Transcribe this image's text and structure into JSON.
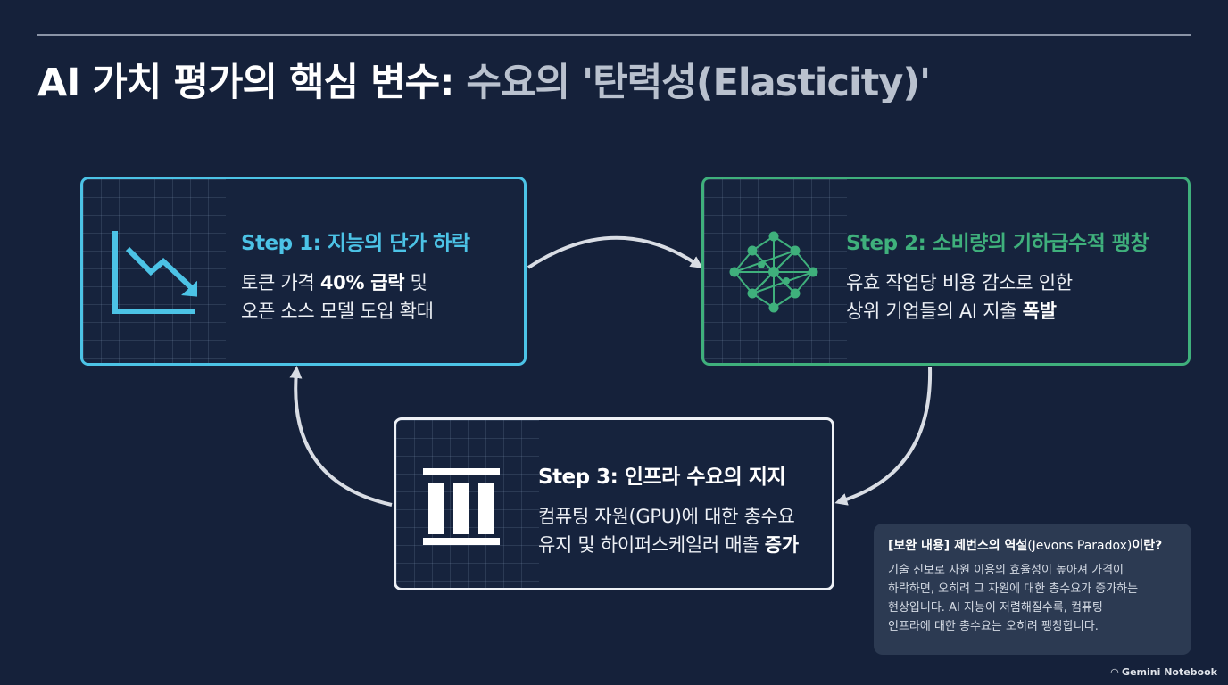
{
  "title": {
    "main": "AI 가치 평가의 핵심 변수: ",
    "sub": "수요의 '탄력성(Elasticity)'"
  },
  "colors": {
    "background": "#15213a",
    "step1": "#4cc3e6",
    "step2": "#3fb07c",
    "step3": "#eef1f6",
    "arrow": "#d9dde4"
  },
  "steps": [
    {
      "title": "Step 1: 지능의 단가 하락",
      "line1_pre": "토큰 가격 ",
      "line1_bold": "40% 급락",
      "line1_post": " 및",
      "line2": "오픈 소스 모델 도입 확대",
      "icon": "declining-chart-icon"
    },
    {
      "title": "Step 2: 소비량의 기하급수적 팽창",
      "line1": "유효 작업당 비용 감소로 인한",
      "line2_pre": "상위 기업들의 AI 지출 ",
      "line2_bold": "폭발",
      "icon": "network-icon"
    },
    {
      "title": "Step 3: 인프라 수요의 지지",
      "line1": "컴퓨팅 자원(GPU)에 대한 총수요",
      "line2_pre": "유지 및 하이퍼스케일러 매출 ",
      "line2_bold": "증가",
      "icon": "pillars-icon"
    }
  ],
  "note": {
    "title_bold": "[보완 내용] 제번스의 역설",
    "title_normal": "(Jevons Paradox)",
    "title_end": "이란?",
    "lines": [
      "기술 진보로 자원 이용의 효율성이 높아져 가격이",
      "하락하면, 오히려 그 자원에 대한 총수요가 증가하는",
      "현상입니다. AI 지능이 저렴해질수록, 컴퓨팅",
      "인프라에 대한 총수요는 오히려 팽창합니다."
    ]
  },
  "brand": "Gemini Notebook"
}
